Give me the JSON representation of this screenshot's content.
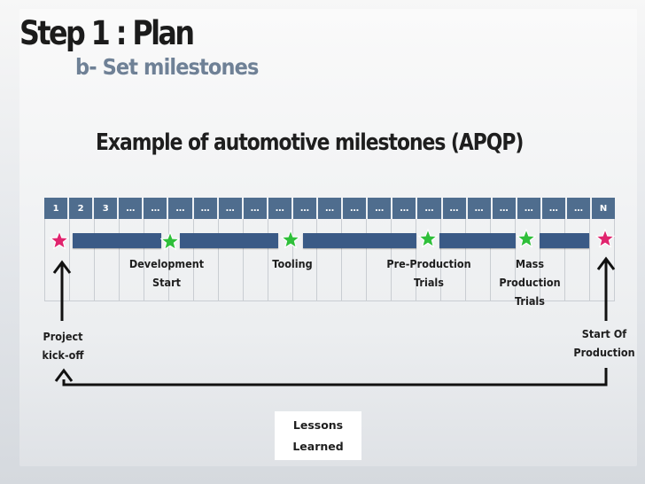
{
  "slide": {
    "title": "Step 1 : Plan",
    "subtitle": "b- Set milestones",
    "heading": "Example of automotive milestones (APQP)"
  },
  "timeline": {
    "columns": [
      "1",
      "2",
      "3",
      "…",
      "…",
      "…",
      "…",
      "…",
      "…",
      "…",
      "…",
      "…",
      "…",
      "…",
      "…",
      "…",
      "…",
      "…",
      "…",
      "…",
      "…",
      "…",
      "N"
    ]
  },
  "milestones": {
    "development_start": [
      "Development",
      "Start"
    ],
    "tooling": [
      "Tooling"
    ],
    "pre_production_trials": [
      "Pre-Production",
      "Trials"
    ],
    "mass_production_trials": [
      "Mass",
      "Production",
      "Trials"
    ],
    "project_kickoff": [
      "Project",
      "kick-off"
    ],
    "start_of_production": [
      "Start Of",
      "Production"
    ]
  },
  "lessons_learned": [
    "Lessons",
    "Learned"
  ],
  "colors": {
    "header_blue": "#4f6d8e",
    "bar_blue": "#3a5a86",
    "star_pink": "#e0246e",
    "star_green": "#2fbf3a",
    "subtitle_slate": "#6f8196"
  },
  "icons": [
    "pink-star-icon",
    "green-star-icon",
    "up-arrow-icon"
  ]
}
